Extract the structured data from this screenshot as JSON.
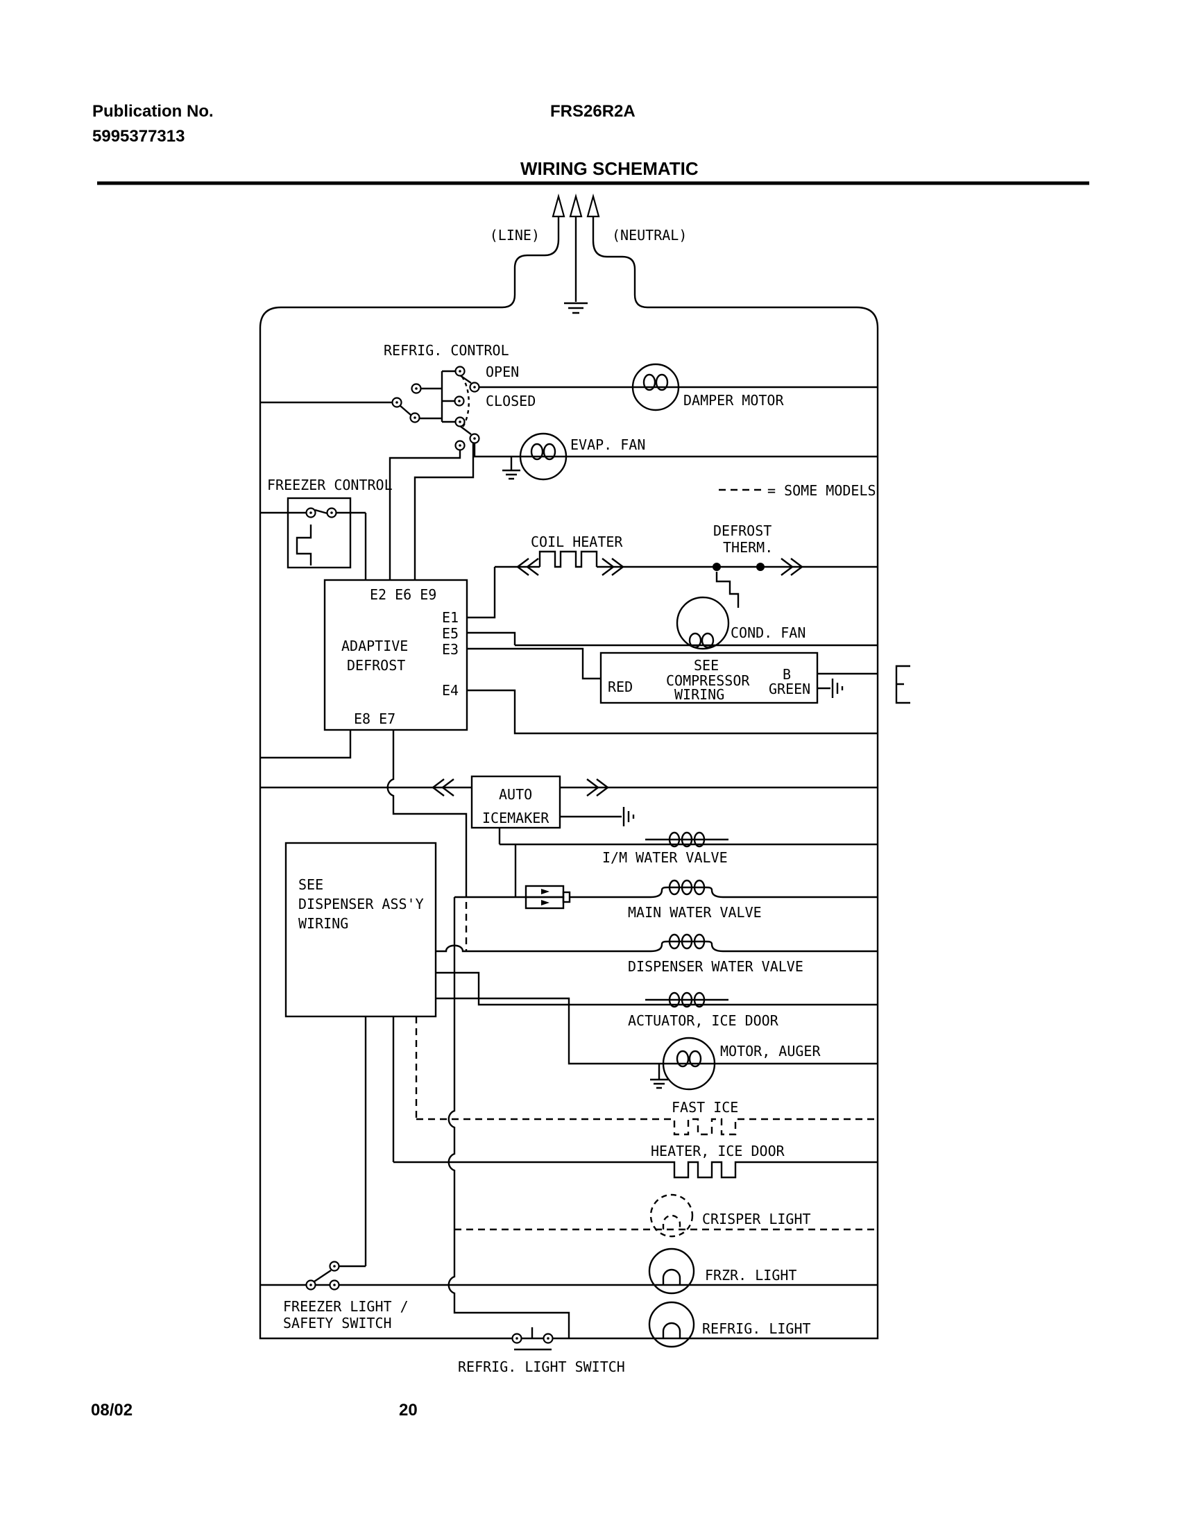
{
  "header": {
    "publication_label": "Publication No.",
    "publication_number": "5995377313",
    "model": "FRS26R2A",
    "title": "WIRING SCHEMATIC"
  },
  "footer": {
    "date": "08/02",
    "page": "20"
  },
  "colors": {
    "ink": "#000000",
    "paper": "#ffffff"
  },
  "labels": {
    "line": "(LINE)",
    "neutral": "(NEUTRAL)",
    "refrig_control": "REFRIG. CONTROL",
    "open": "OPEN",
    "closed": "CLOSED",
    "damper_motor": "DAMPER MOTOR",
    "evap_fan": "EVAP. FAN",
    "freezer_control": "FREEZER CONTROL",
    "some_models": "= SOME MODELS",
    "coil_heater": "COIL HEATER",
    "defrost_therm_line1": "DEFROST",
    "defrost_therm_line2": "THERM.",
    "cond_fan": "COND. FAN",
    "adaptive_line1": "ADAPTIVE",
    "adaptive_line2": "DEFROST",
    "pins_top": "E2 E6 E9",
    "pin_e1": "E1",
    "pin_e5": "E5",
    "pin_e3": "E3",
    "pin_e4": "E4",
    "pins_bottom": "E8 E7",
    "compressor_line1": "SEE",
    "compressor_line2": "COMPRESSOR",
    "compressor_line3": "WIRING",
    "red": "RED",
    "b": "B",
    "green": "GREEN",
    "icemaker_line1": "AUTO",
    "icemaker_line2": "ICEMAKER",
    "im_water_valve": "I/M WATER VALVE",
    "main_water_valve": "MAIN WATER VALVE",
    "dispenser_water_valve": "DISPENSER WATER VALVE",
    "actuator_ice_door": "ACTUATOR, ICE DOOR",
    "motor_auger": "MOTOR, AUGER",
    "dispenser_box_line1": "SEE",
    "dispenser_box_line2": "DISPENSER ASS'Y",
    "dispenser_box_line3": "WIRING",
    "fast_ice": "FAST ICE",
    "heater_ice_door": "HEATER, ICE DOOR",
    "crisper_light": "CRISPER LIGHT",
    "frzr_light": "FRZR. LIGHT",
    "refrig_light": "REFRIG. LIGHT",
    "freezer_safety_line1": "FREEZER LIGHT /",
    "freezer_safety_line2": "SAFETY SWITCH",
    "refrig_light_switch": "REFRIG. LIGHT SWITCH"
  }
}
